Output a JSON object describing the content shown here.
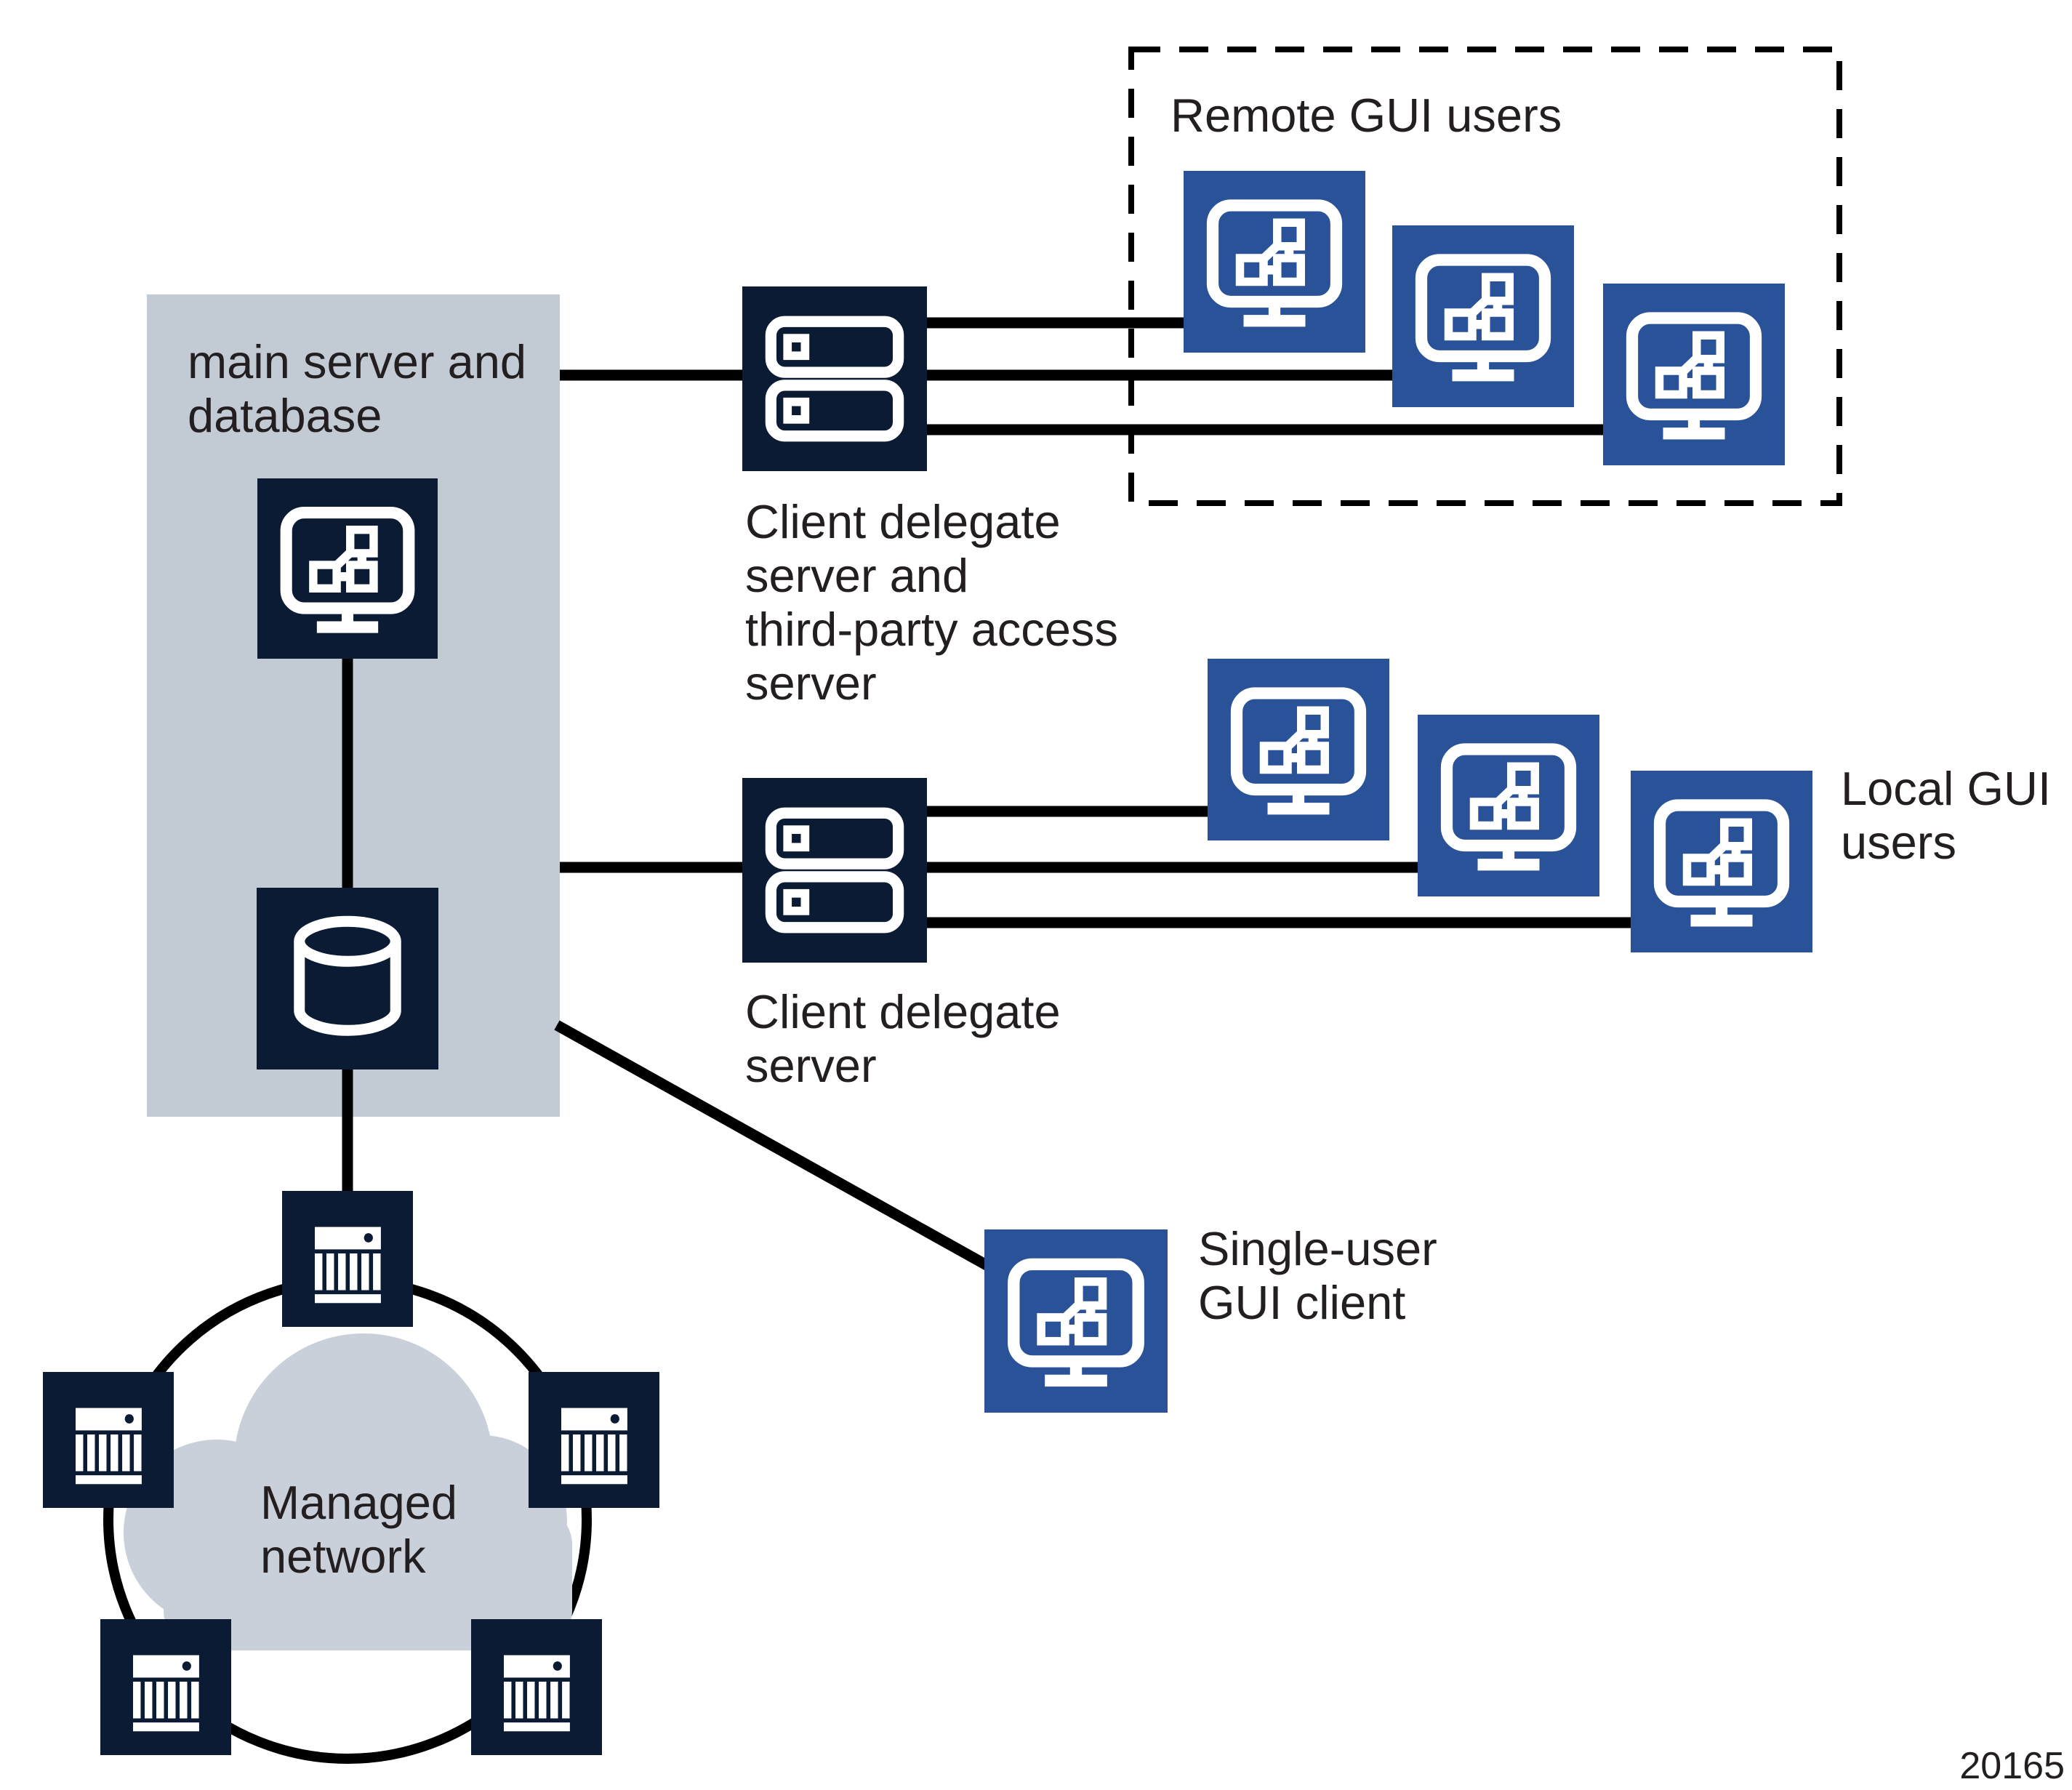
{
  "labels": {
    "main_server": "main server and\ndatabase",
    "client_delegate_top": "Client delegate\nserver and\nthird-party access\nserver",
    "client_delegate_bottom": "Client delegate\nserver",
    "remote_users": "Remote GUI users",
    "local_users": "Local GUI\nusers",
    "single_user": "Single-user\nGUI client",
    "managed_network": "Managed\nnetwork",
    "figure_number": "20165"
  },
  "colors": {
    "navy": "#0c1b34",
    "blue": "#2a5298",
    "panel_gray": "#c2cbd4",
    "cloud_gray": "#c9d0d9",
    "line_black": "#000000",
    "text_dark": "#231f20"
  },
  "icons": {
    "monitor": "gui-monitor-icon",
    "server": "delegate-server-icon",
    "database": "database-icon",
    "network": "network-element-icon"
  }
}
